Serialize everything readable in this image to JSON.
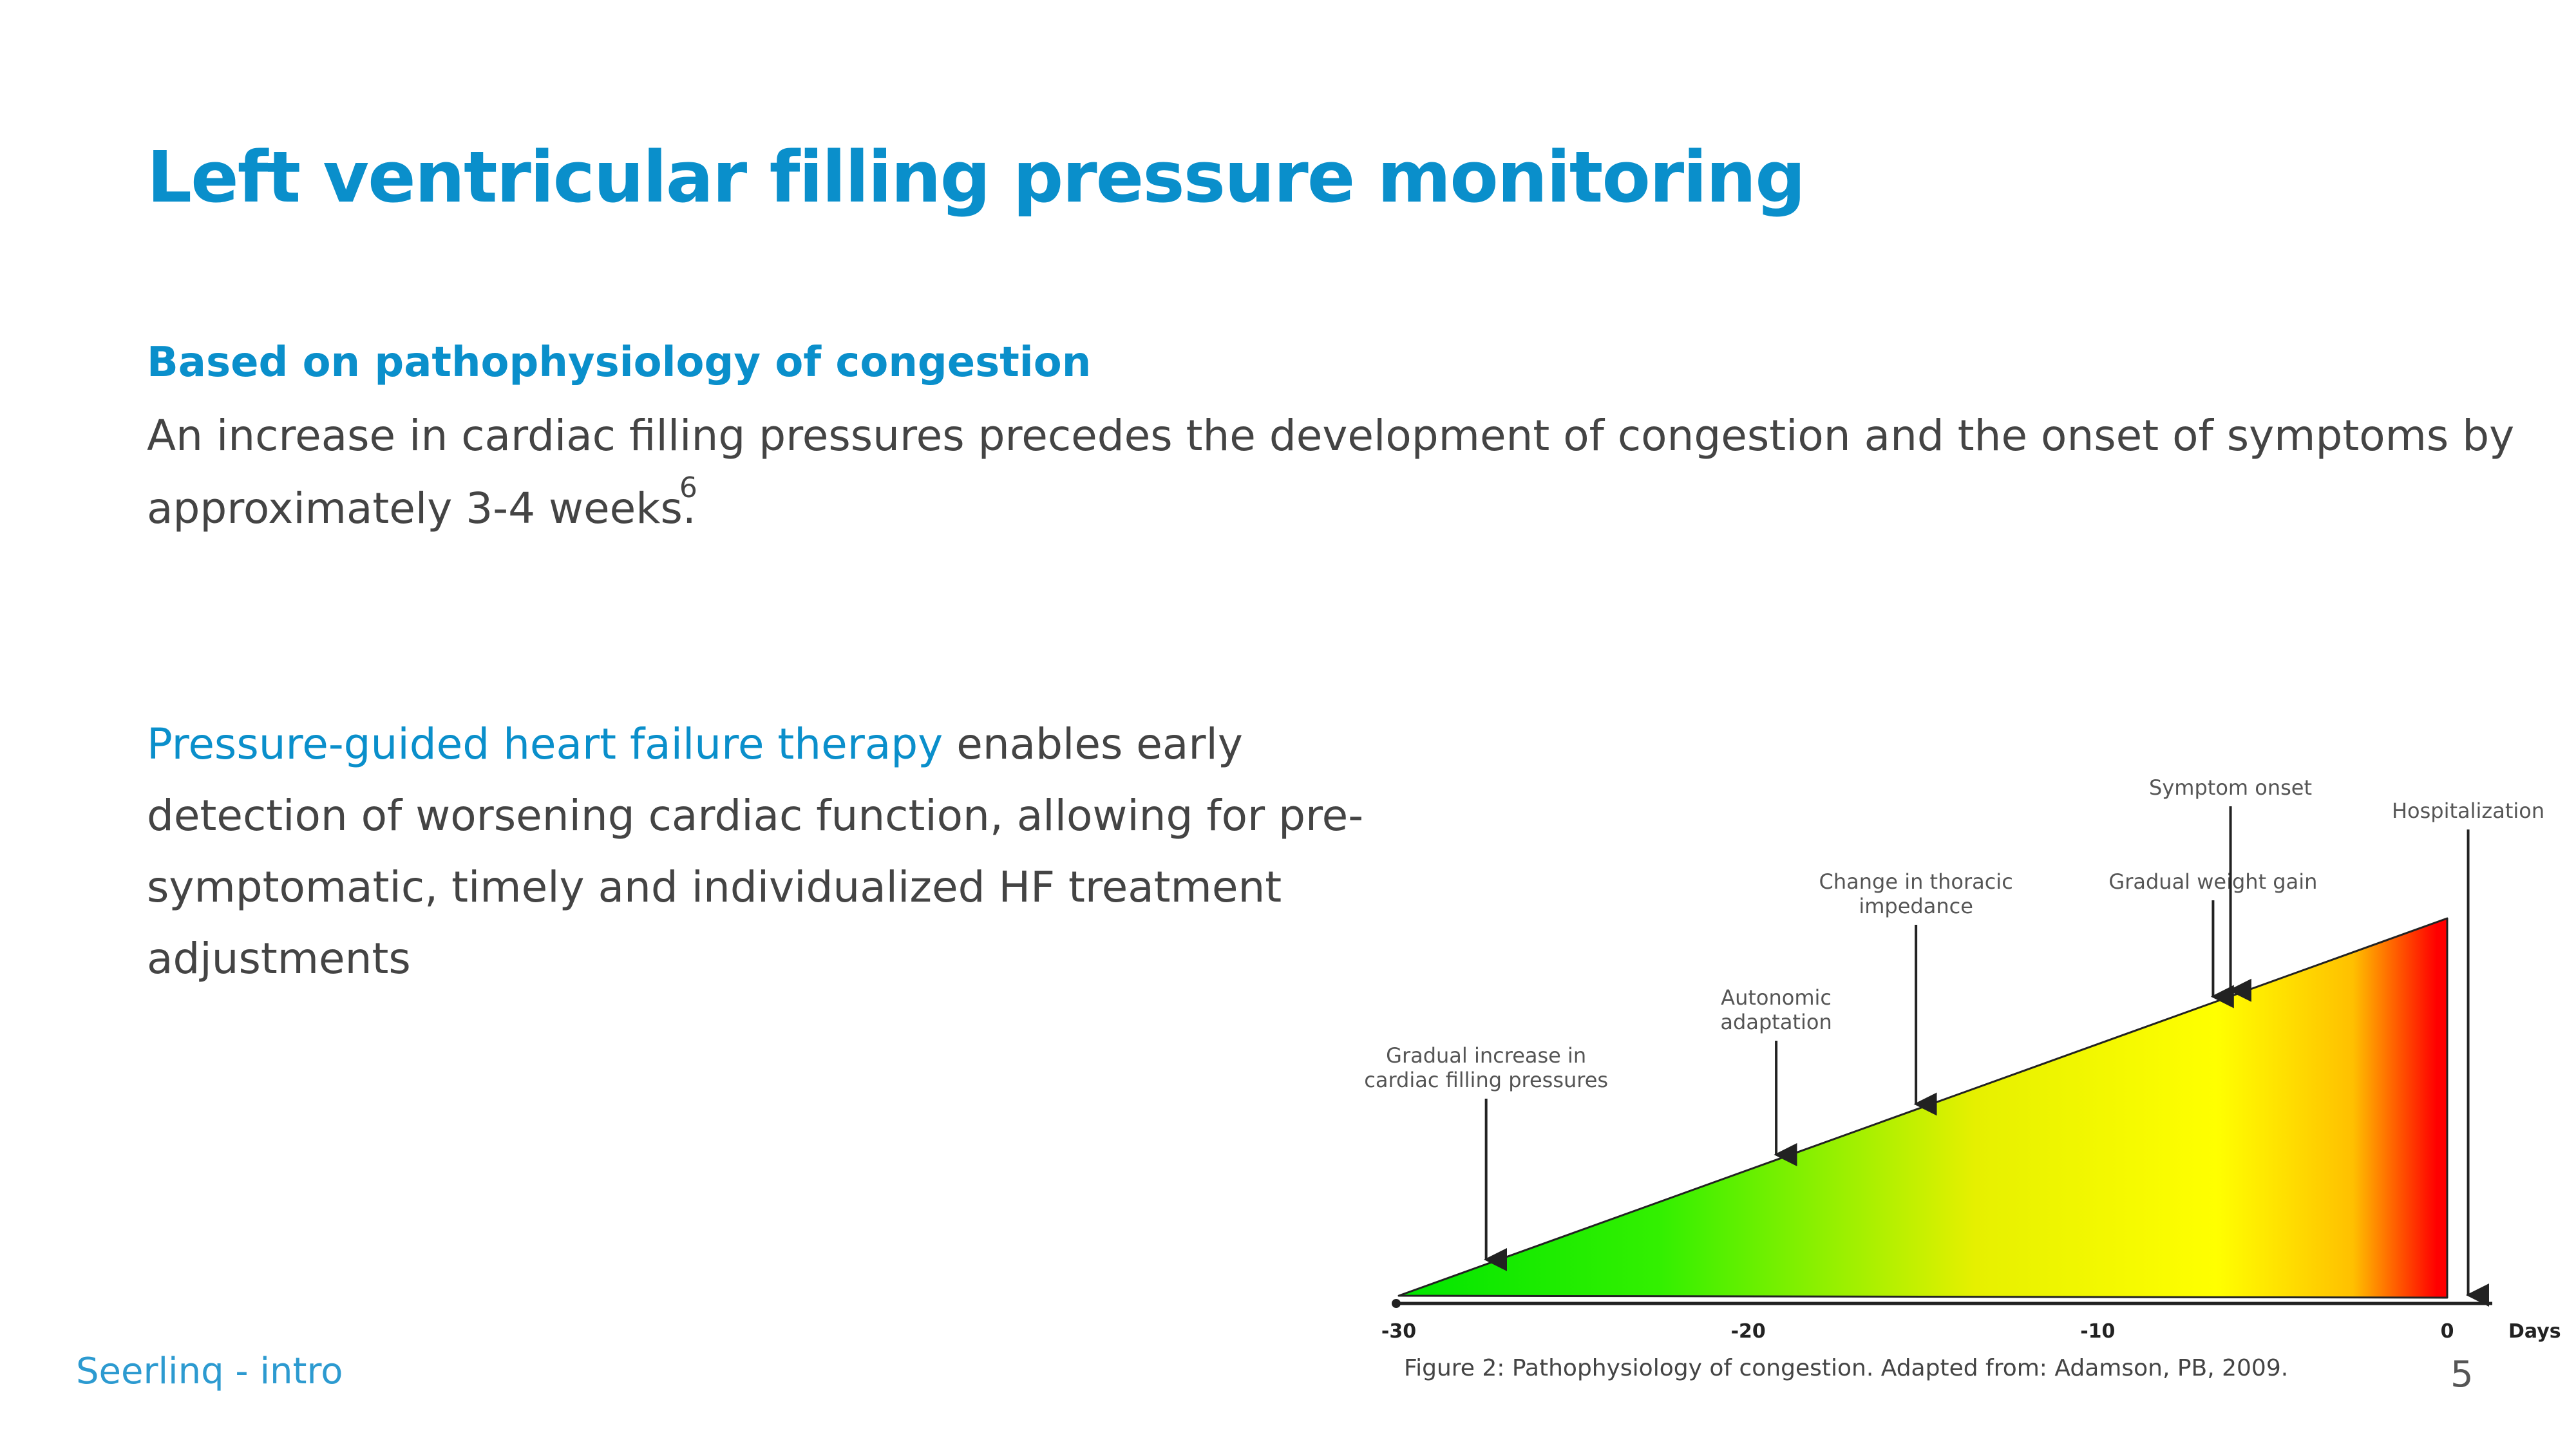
{
  "slide": {
    "title": "Left ventricular filling pressure monitoring",
    "subheading": "Based on pathophysiology of congestion",
    "paragraph1": {
      "text": "An increase in cardiac filling pressures precedes the development of congestion and the onset of symptoms by approximately 3-4 weeks.",
      "reference": "6"
    },
    "paragraph2": {
      "highlight": "Pressure-guided heart failure therapy",
      "text": " enables early detection of worsening cardiac function, allowing for pre-symptomatic, timely and individualized HF treatment adjustments"
    },
    "footer_left": "Seerlinq - intro",
    "page_number": "5"
  },
  "figure": {
    "caption": "Figure 2: Pathophysiology of congestion. Adapted from: Adamson, PB, 2009.",
    "axis": {
      "unit_label": "Days",
      "ticks": [
        "-30",
        "-20",
        "-10",
        "0"
      ],
      "tick_values": [
        -30,
        -20,
        -10,
        0
      ]
    },
    "gradient_colors": [
      "#00e600",
      "#33f000",
      "#e6f000",
      "#ffff00",
      "#ffc000",
      "#ff0000"
    ],
    "events": [
      {
        "day": -27.5,
        "lines": [
          "Gradual increase in",
          "cardiac filling pressures"
        ]
      },
      {
        "day": -19.2,
        "lines": [
          "Autonomic",
          "adaptation"
        ]
      },
      {
        "day": -15.2,
        "lines": [
          "Change in thoracic",
          "impedance"
        ]
      },
      {
        "day": -6.7,
        "lines": [
          "Gradual weight gain"
        ]
      },
      {
        "day": -6.2,
        "lines": [
          "Symptom onset"
        ]
      },
      {
        "day": 0.6,
        "lines": [
          "Hospitalization"
        ]
      }
    ]
  }
}
